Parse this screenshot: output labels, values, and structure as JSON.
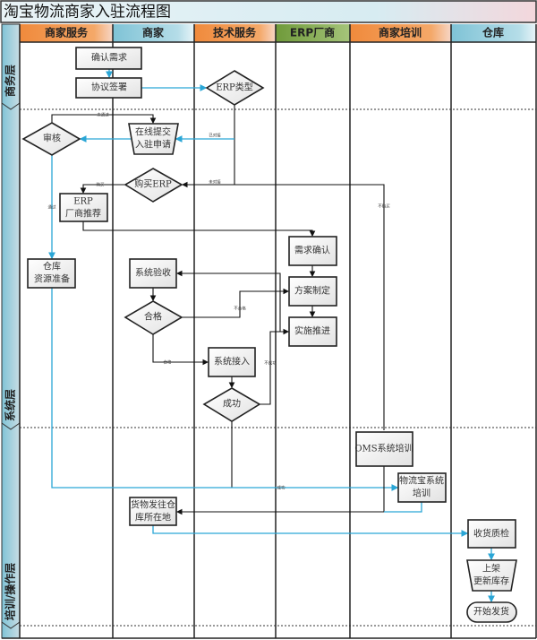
{
  "title": "淘宝物流商家入驻流程图",
  "lanes": [
    "商家服务",
    "商家",
    "技术服务",
    "ERP厂商",
    "商家培训",
    "仓库"
  ],
  "layers": [
    "商务层",
    "系统层",
    "培训/操作层"
  ],
  "nodes": {
    "confirm_demand": "确认需求",
    "sign_agreement": "协议签署",
    "erp_type": "ERP类型",
    "review": "审核",
    "submit_online": [
      "在线提交",
      "入驻申请"
    ],
    "buy_erp": "购买ERP",
    "erp_recommend": [
      "ERP",
      "厂商推荐"
    ],
    "warehouse_prep": [
      "仓库",
      "资源准备"
    ],
    "demand_confirm": "需求确认",
    "plan": "方案制定",
    "implement": "实施推进",
    "system_accept": "系统验收",
    "qualified": "合格",
    "system_access": "系统接入",
    "success": "成功",
    "oms_training": "OMS系统培训",
    "wlb_training": [
      "物流宝系统",
      "培训"
    ],
    "ship_goods": [
      "货物发往仓",
      "库所在地"
    ],
    "receive_check": "收货质检",
    "shelve": [
      "上架",
      "更新库存"
    ],
    "start_ship": "开始发货"
  },
  "edge_labels": {
    "not_passed": "未通过",
    "connected": "已对接",
    "not_connected": "未对接",
    "buy": "购买",
    "passed": "通过",
    "not_buy": "不购买",
    "not_qualified": "不合格",
    "qualified": "合格",
    "not_success": "不成功",
    "success": "成功"
  },
  "colors": {
    "orange": "#f0944a",
    "blue": "#8fcbdc",
    "green": "#7a9e45",
    "flow_blue": "#2aa6d6"
  }
}
